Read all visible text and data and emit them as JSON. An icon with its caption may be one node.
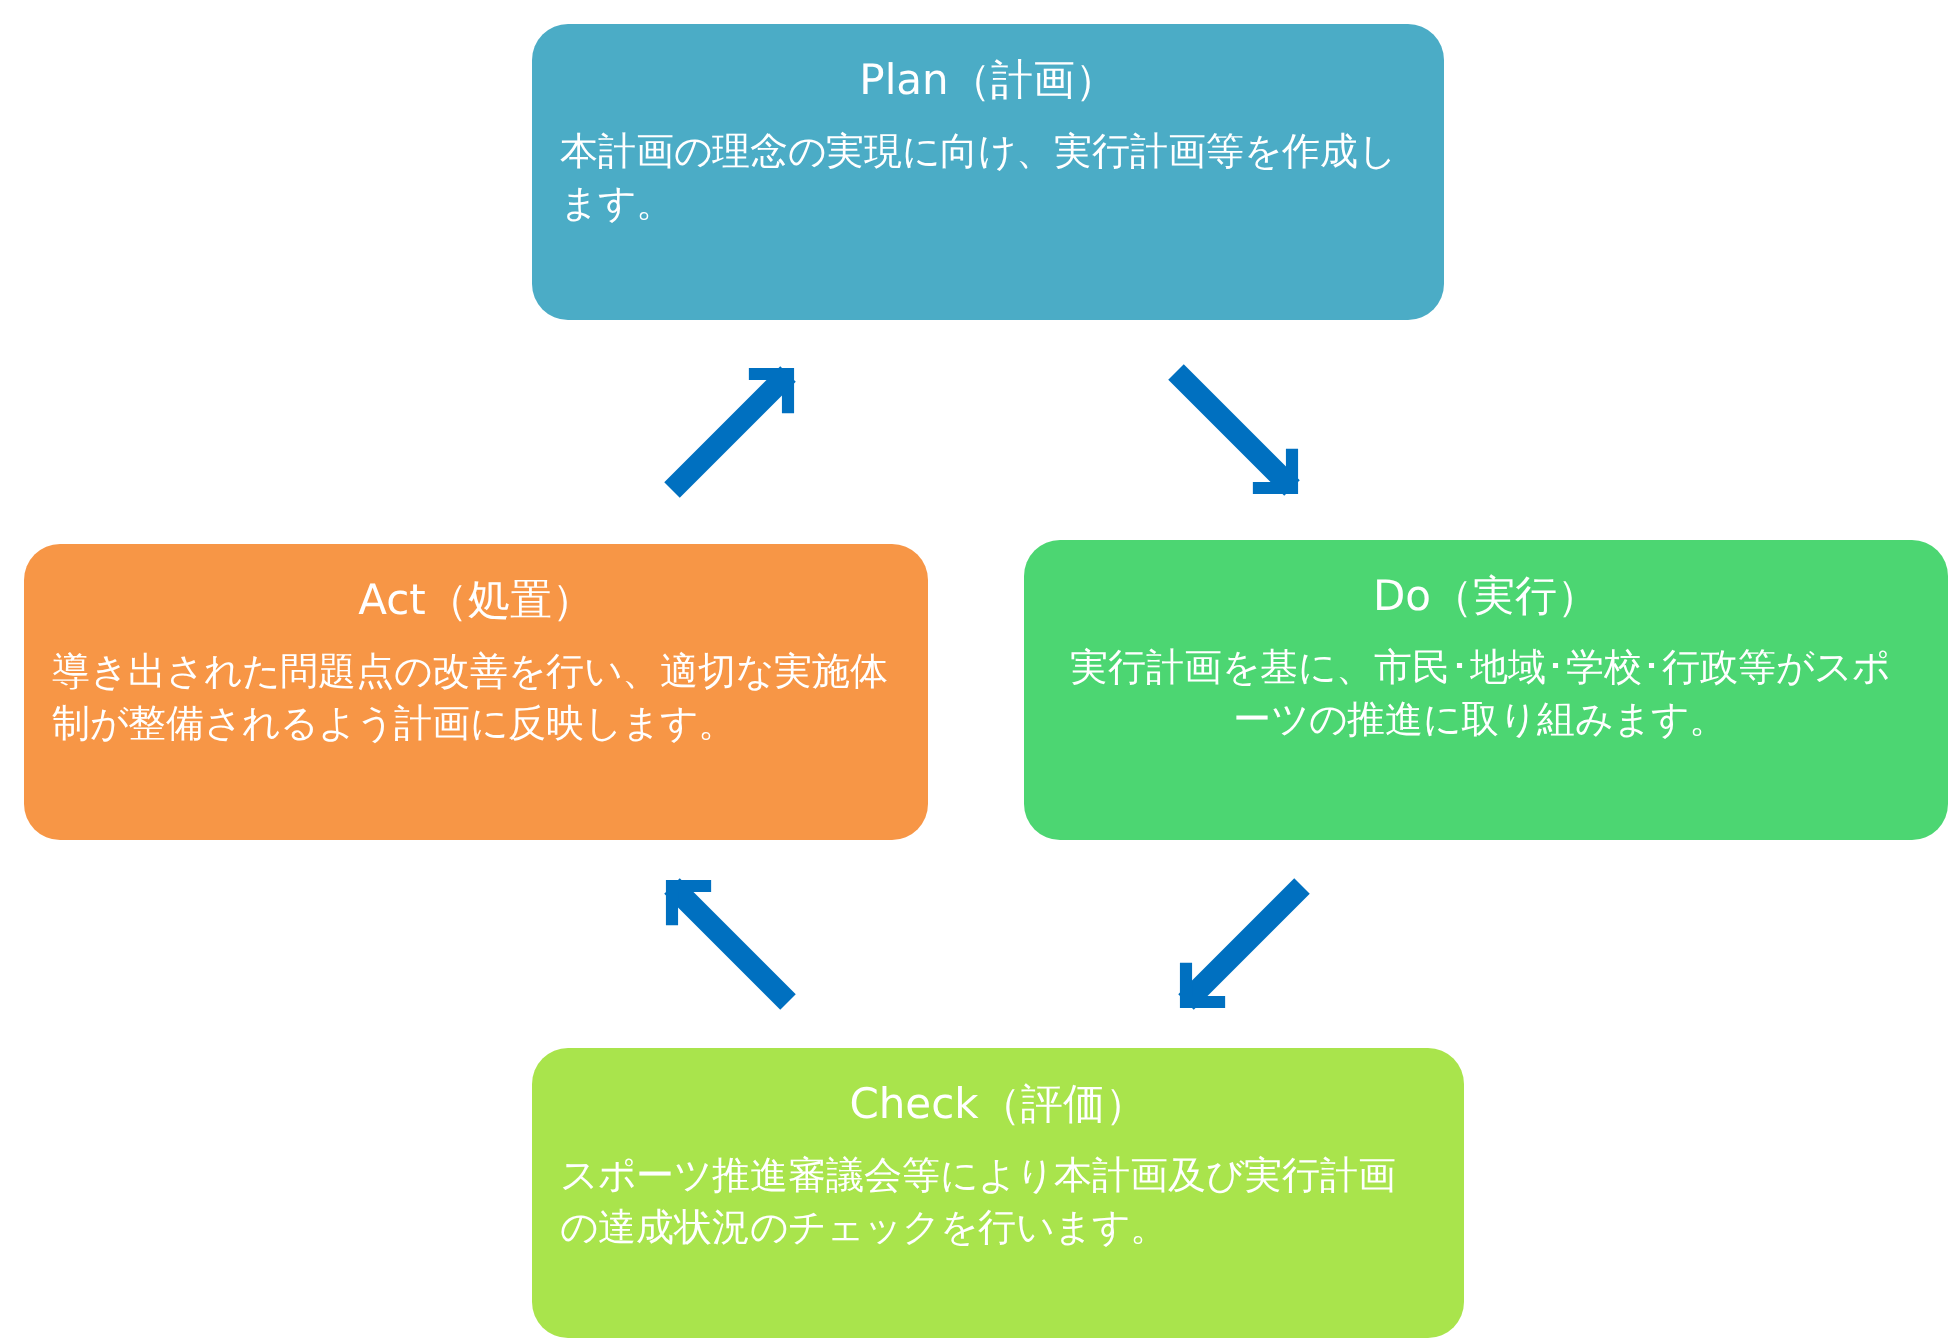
{
  "diagram": {
    "nodes": [
      {
        "text": [
          "Plan（計画）",
          "本計画の理念の実現に向け、実行計画等を作成します。"
        ]
      },
      {
        "text": [
          "Do（実行）",
          "実行計画を基に、市民･地域･学校･行政等がスポーツの推進に取り組みます。"
        ]
      },
      {
        "text": [
          "Check（評価）",
          "スポーツ推進審議会等により本計画及び実行計画の達成状況のチェックを行います。"
        ]
      },
      {
        "text": [
          "Act（処置）",
          "導き出された問題点の改善を行い、適切な実施体制が整備されるよう計画に反映します。"
        ]
      }
    ],
    "edges": [
      {
        "from": 0,
        "to": 1,
        "arrow": "to"
      },
      {
        "from": 1,
        "to": 2,
        "arrow": "to"
      },
      {
        "from": 2,
        "to": 3,
        "arrow": "to"
      },
      {
        "from": 3,
        "to": 0,
        "arrow": "to"
      }
    ]
  }
}
